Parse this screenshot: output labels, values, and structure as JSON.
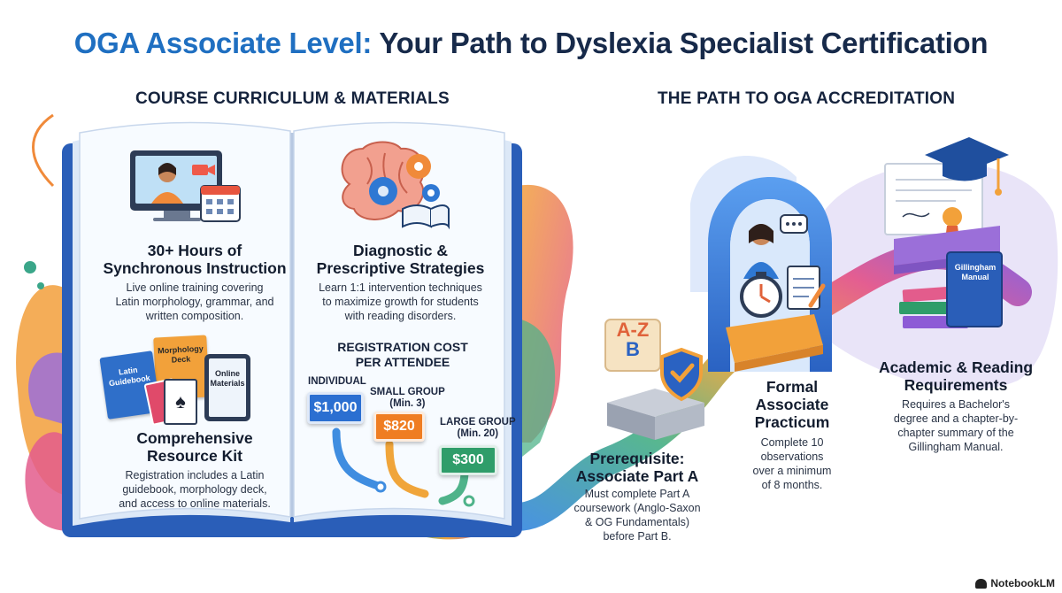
{
  "title": {
    "accent": "OGA Associate Level:",
    "rest": " Your Path to Dyslexia Specialist Certification"
  },
  "left_section": {
    "heading": "COURSE CURRICULUM & MATERIALS",
    "cards": [
      {
        "title_lines": [
          "30+ Hours of",
          "Synchronous Instruction"
        ],
        "desc_lines": [
          "Live online training covering",
          "Latin morphology, grammar, and",
          "written composition."
        ]
      },
      {
        "title_lines": [
          "Diagnostic &",
          "Prescriptive Strategies"
        ],
        "desc_lines": [
          "Learn 1:1 intervention techniques",
          "to maximize growth for students",
          "with reading disorders."
        ]
      },
      {
        "title_lines": [
          "Comprehensive",
          "Resource Kit"
        ],
        "desc_lines": [
          "Registration includes a Latin",
          "guidebook, morphology deck,",
          "and access to online materials."
        ]
      }
    ],
    "kit_labels": {
      "guidebook": [
        "Latin",
        "Guidebook"
      ],
      "deck": [
        "Morphology",
        "Deck"
      ],
      "online": [
        "Online",
        "Materials"
      ]
    },
    "cost": {
      "heading_lines": [
        "REGISTRATION COST",
        "PER ATTENDEE"
      ],
      "tiers": [
        {
          "label_lines": [
            "INDIVIDUAL"
          ],
          "price": "$1,000",
          "color": "#2b6fd1"
        },
        {
          "label_lines": [
            "SMALL GROUP",
            "(Min. 3)"
          ],
          "price": "$820",
          "color": "#ef7d22"
        },
        {
          "label_lines": [
            "LARGE GROUP",
            "(Min. 20)"
          ],
          "price": "$300",
          "color": "#2f9d6a"
        }
      ]
    }
  },
  "right_section": {
    "heading": "THE PATH TO OGA ACCREDITATION",
    "steps": [
      {
        "title_lines": [
          "Prerequisite:",
          "Associate Part A"
        ],
        "desc_lines": [
          "Must complete Part A",
          "coursework (Anglo-Saxon",
          "& OG Fundamentals)",
          "before Part B."
        ]
      },
      {
        "title_lines": [
          "Formal",
          "Associate",
          "Practicum"
        ],
        "desc_lines": [
          "Complete 10",
          "observations",
          "over a minimum",
          "of 8 months."
        ]
      },
      {
        "title_lines": [
          "Academic & Reading",
          "Requirements"
        ],
        "desc_lines": [
          "Requires a Bachelor's",
          "degree and a chapter-by-",
          "chapter summary of the",
          "Gillingham Manual."
        ]
      }
    ],
    "az_lines": [
      "A-Z",
      "B"
    ],
    "manual_label": [
      "Gillingham",
      "Manual"
    ]
  },
  "brand": "NotebookLM",
  "colors": {
    "accent": "#1f6fc1",
    "orange": "#ef7d22",
    "blue": "#2b6fd1",
    "green": "#2f9d6a",
    "purple": "#8d5bd6"
  }
}
